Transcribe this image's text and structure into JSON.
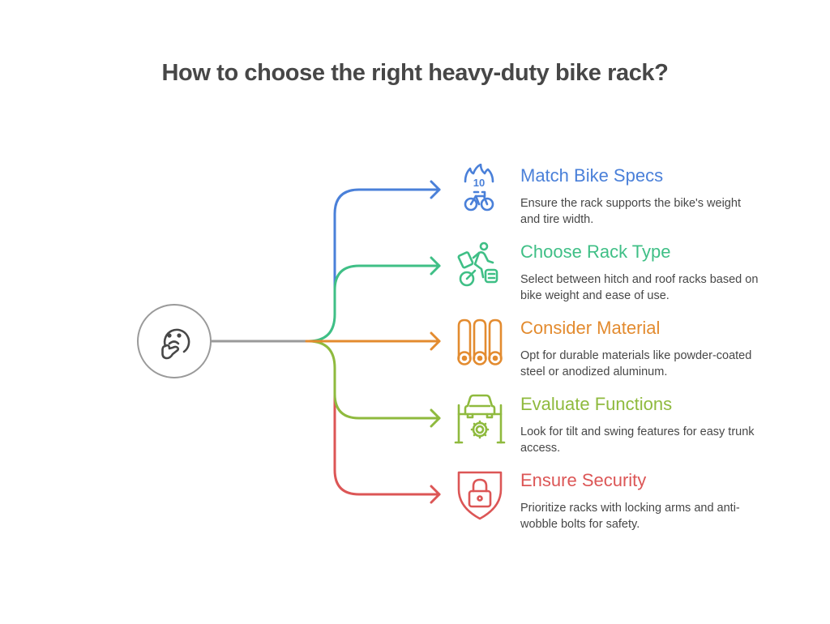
{
  "title": "How to choose the right heavy-duty bike rack?",
  "center_node": {
    "icon": "thinking-face-icon",
    "line_color": "#9a9a9a"
  },
  "branches": [
    {
      "heading": "Match Bike Specs",
      "description": "Ensure the rack supports the bike's weight and tire width.",
      "icon": "bike-weight-icon",
      "icon_label": "10",
      "color": "#4a80d9"
    },
    {
      "heading": "Choose Rack Type",
      "description": "Select between hitch and roof racks based on bike weight and ease of use.",
      "icon": "delivery-cyclist-icon",
      "color": "#3fbf86"
    },
    {
      "heading": "Consider Material",
      "description": "Opt for durable materials like powder-coated steel or anodized aluminum.",
      "icon": "steel-pipes-icon",
      "color": "#e38b2f"
    },
    {
      "heading": "Evaluate Functions",
      "description": "Look for tilt and swing features for easy trunk access.",
      "icon": "car-lift-gear-icon",
      "color": "#8fba3e"
    },
    {
      "heading": "Ensure Security",
      "description": "Prioritize racks with locking arms and anti-wobble bolts for safety.",
      "icon": "shield-lock-icon",
      "color": "#dc5656"
    }
  ]
}
